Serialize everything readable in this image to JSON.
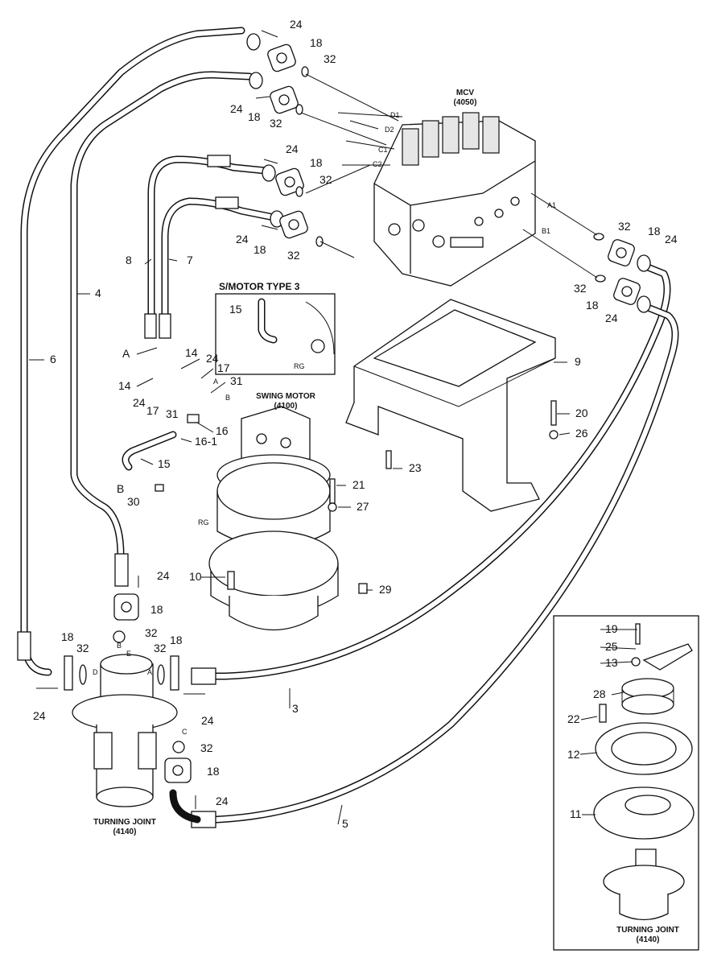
{
  "labels": {
    "mcv_name": "MCV",
    "mcv_code": "(4050)",
    "swing_motor_name": "SWING MOTOR",
    "swing_motor_code": "(4100)",
    "smotor_type": "S/MOTOR TYPE 3",
    "turning_joint_name": "TURNING JOINT",
    "turning_joint_code": "(4140)",
    "inset_turning_joint_name": "TURNING JOINT",
    "inset_turning_joint_code": "(4140)"
  },
  "port_labels": [
    "D1",
    "D2",
    "C1",
    "C2",
    "A1",
    "B1",
    "A",
    "B",
    "RG",
    "RG",
    "A",
    "B",
    "C",
    "D",
    "E"
  ],
  "part_numbers": [
    "24",
    "18",
    "32",
    "24",
    "18",
    "32",
    "24",
    "18",
    "32",
    "24",
    "18",
    "32",
    "32",
    "18",
    "24",
    "32",
    "18",
    "24",
    "8",
    "7",
    "4",
    "6",
    "A",
    "14",
    "24",
    "17",
    "14",
    "24",
    "17",
    "31",
    "31",
    "16",
    "16-1",
    "15",
    "B",
    "30",
    "9",
    "20",
    "26",
    "23",
    "21",
    "27",
    "10",
    "29",
    "24",
    "18",
    "32",
    "18",
    "32",
    "32",
    "18",
    "24",
    "24",
    "3",
    "32",
    "18",
    "24",
    "5",
    "15",
    "19",
    "25",
    "13",
    "28",
    "22",
    "12",
    "11"
  ]
}
